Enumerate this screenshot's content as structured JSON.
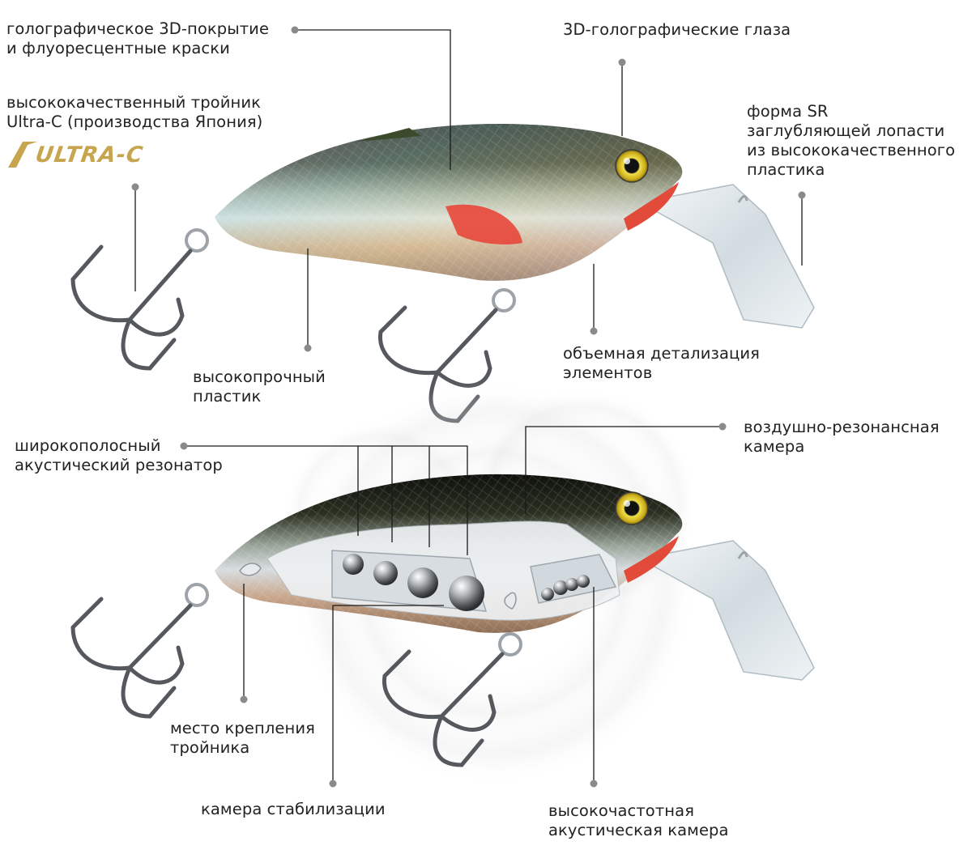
{
  "brand": {
    "logo_text": "ULTRA-C",
    "logo_color": "#c7a54f"
  },
  "colors": {
    "leader_line": "#1a1a1a",
    "leader_dot": "#8a8a8a",
    "body_dark": "#1c1e16",
    "body_belly": "#c9a98b",
    "fin_red": "#e24a3a",
    "lip": "#dfe7ec",
    "hook": "#5c5f64",
    "eye": "#e8d21a"
  },
  "top_lure": {
    "labels": {
      "coating": [
        "голографическое 3D-покрытие",
        "и флуоресцентные краски"
      ],
      "treble": [
        "высококачественный тройник",
        "Ultra-C (производства Япония)"
      ],
      "eyes": [
        "3D-голографические глаза"
      ],
      "lip": [
        "форма SR",
        "заглубляющей лопасти",
        "из высококачественного",
        "пластика"
      ],
      "plastic": [
        "высокопрочный",
        "пластик"
      ],
      "details": [
        "объемная детализация",
        "элементов"
      ]
    }
  },
  "bottom_lure": {
    "labels": {
      "resonator": [
        "широкополосный",
        "акустический резонатор"
      ],
      "air_chamber": [
        "воздушно-резонансная",
        "камера"
      ],
      "hook_mount": [
        "место крепления",
        "тройника"
      ],
      "stabilization": [
        "камера стабилизации"
      ],
      "hf_chamber": [
        "высокочастотная",
        "акустическая камера"
      ]
    }
  }
}
